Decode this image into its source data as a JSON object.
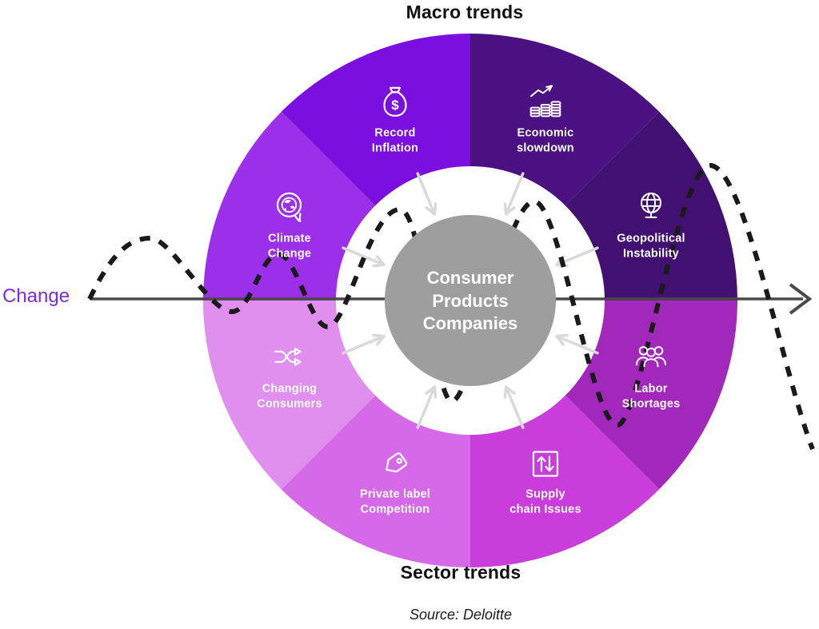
{
  "titles": {
    "top": "Macro trends",
    "bottom": "Sector trends",
    "source": "Source: Deloitte"
  },
  "change_arrow": {
    "label": "Change",
    "label_color": "#7D2BE0",
    "line_color": "#4A4A4A"
  },
  "wave": {
    "color": "#1A1A1A",
    "style": "dashed"
  },
  "center": {
    "text": "Consumer\nProducts\nCompanies",
    "color": "#9E9E9E",
    "text_color": "#FFFFFF"
  },
  "wheel": {
    "arrow_color": "#D9D9D9",
    "segments": [
      {
        "text": "Economic\nslowdown",
        "icon": "coins-growth-icon",
        "color": "#4B1182",
        "start": 0,
        "end": 45
      },
      {
        "text": "Geopolitical\nInstability",
        "icon": "globe-icon",
        "color": "#411070",
        "start": 45,
        "end": 90
      },
      {
        "text": "Labor\nShortages",
        "icon": "people-icon",
        "color": "#A227BB",
        "start": 90,
        "end": 135
      },
      {
        "text": "Supply\nchain Issues",
        "icon": "supply-arrows-icon",
        "color": "#C93EDB",
        "start": 135,
        "end": 180
      },
      {
        "text": "Private label\nCompetition",
        "icon": "price-tag-icon",
        "color": "#D569E7",
        "start": 180,
        "end": 225
      },
      {
        "text": "Changing\nConsumers",
        "icon": "shuffle-icon",
        "color": "#E08FEF",
        "start": 225,
        "end": 270
      },
      {
        "text": "Climate\nChange",
        "icon": "climate-bubble-icon",
        "color": "#9C2FE9",
        "start": 270,
        "end": 315
      },
      {
        "text": "Record\nInflation",
        "icon": "money-bag-icon",
        "color": "#7A0FE0",
        "start": 315,
        "end": 360
      }
    ]
  }
}
